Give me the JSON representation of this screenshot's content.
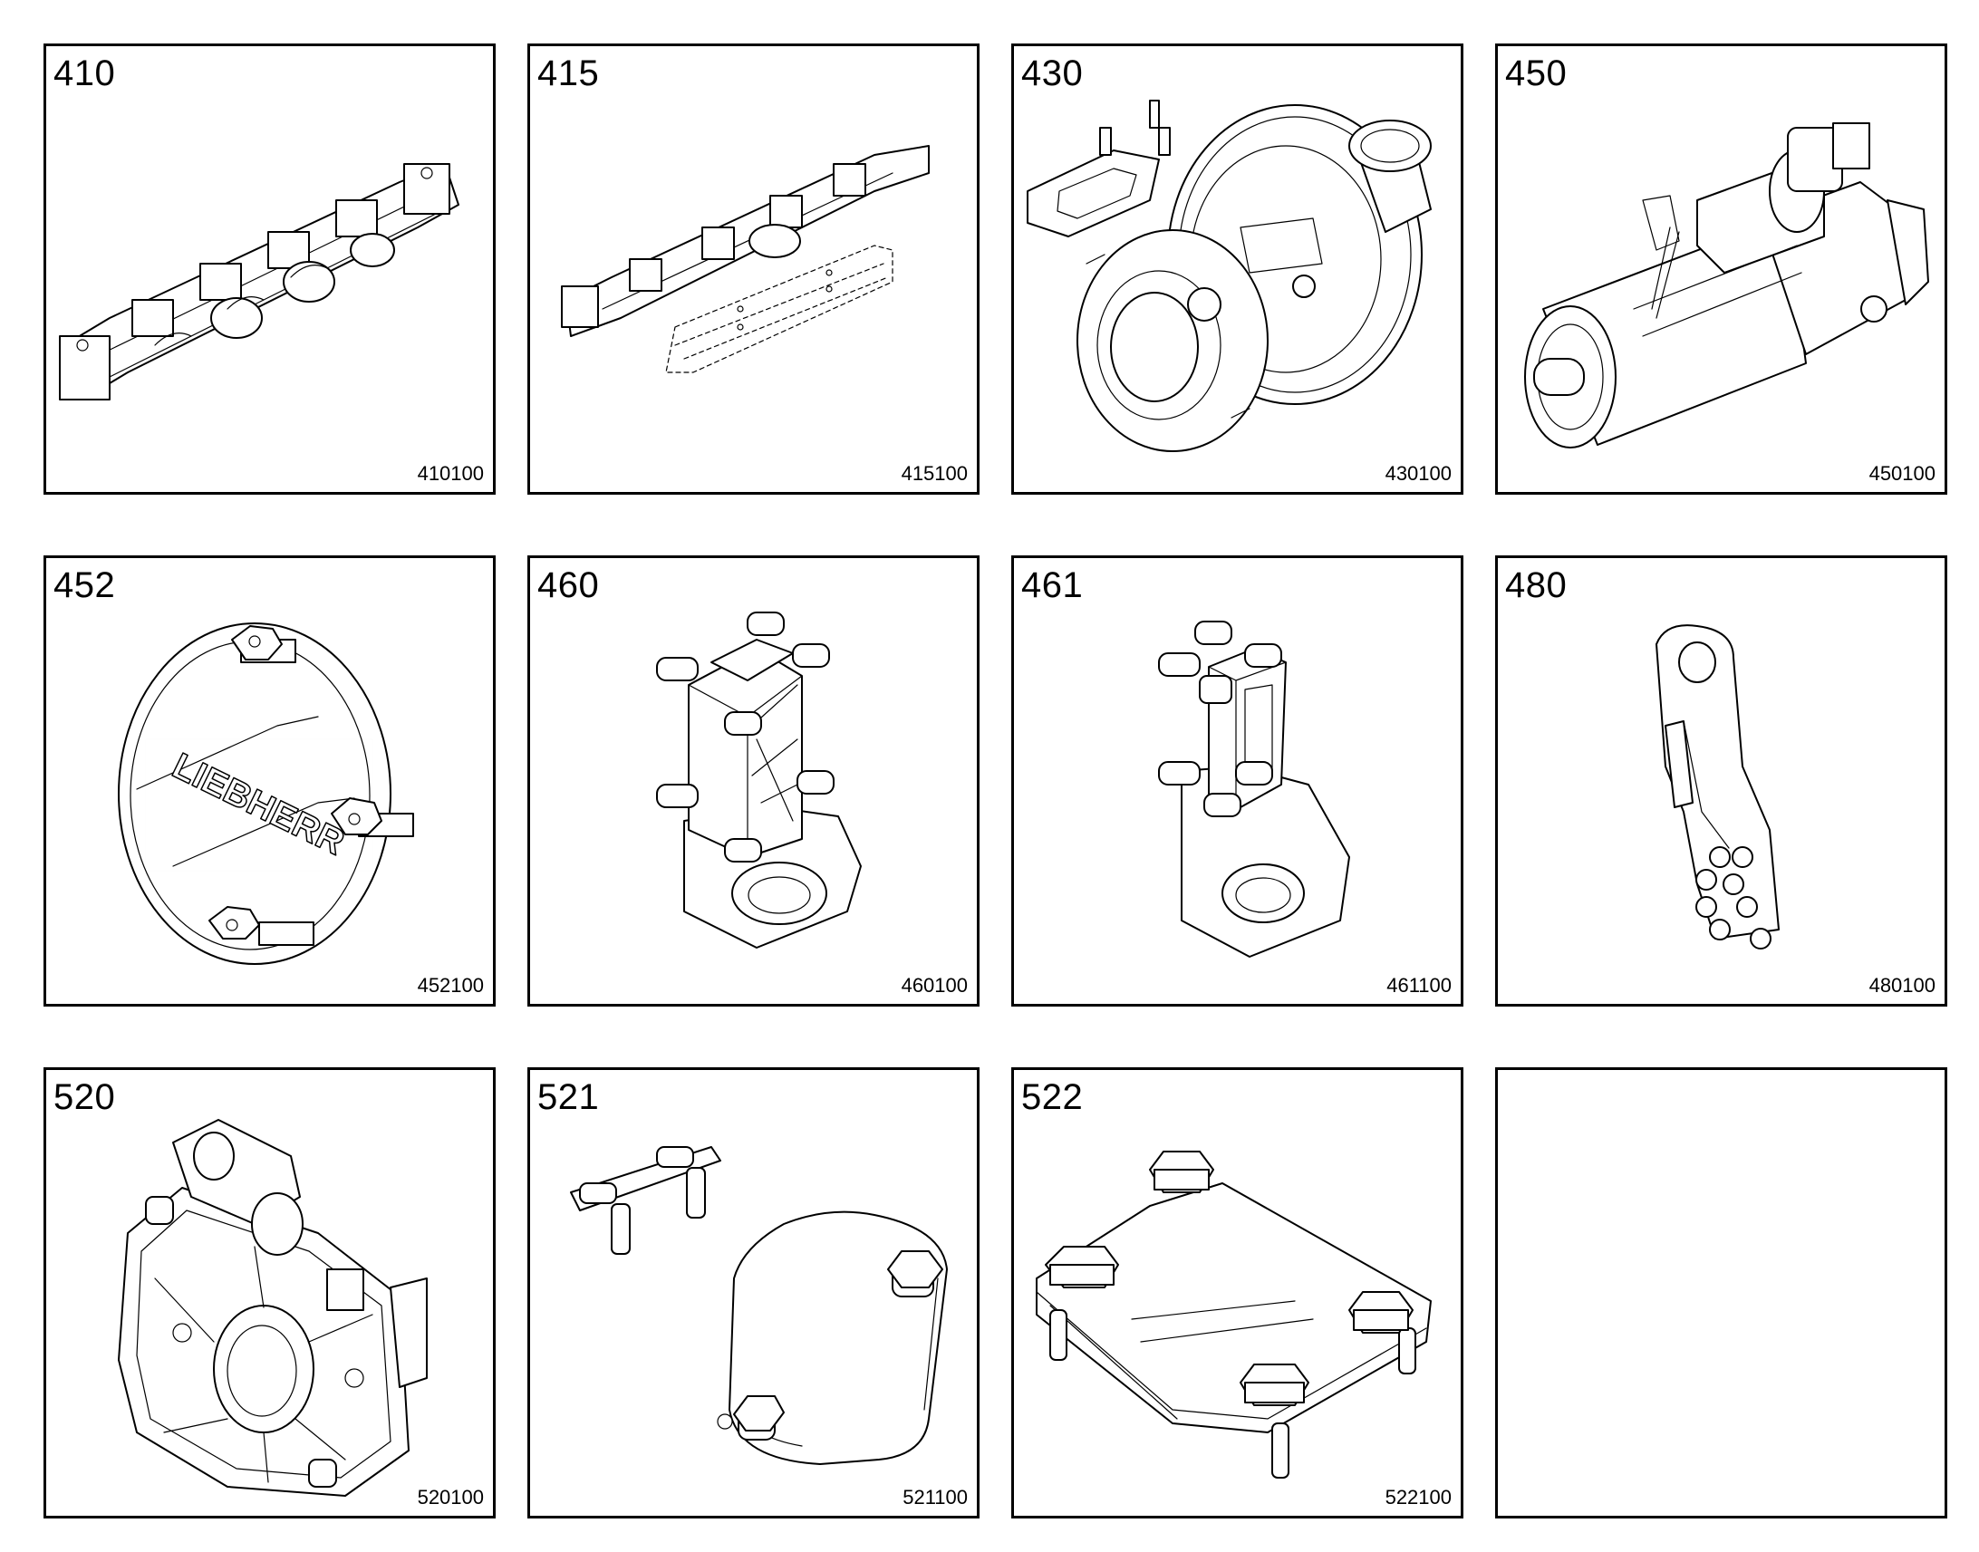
{
  "grid": {
    "cells": [
      {
        "group": "410",
        "code": "410100",
        "icon": "exhaust-manifold-icon"
      },
      {
        "group": "415",
        "code": "415100",
        "icon": "exhaust-manifold-shield-icon"
      },
      {
        "group": "430",
        "code": "430100",
        "icon": "turbocharger-icon"
      },
      {
        "group": "450",
        "code": "450100",
        "icon": "starter-motor-icon"
      },
      {
        "group": "452",
        "code": "452100",
        "icon": "cover-plate-icon"
      },
      {
        "group": "460",
        "code": "460100",
        "icon": "engine-mount-icon"
      },
      {
        "group": "461",
        "code": "461100",
        "icon": "engine-mount-icon"
      },
      {
        "group": "480",
        "code": "480100",
        "icon": "lifting-bracket-icon"
      },
      {
        "group": "520",
        "code": "520100",
        "icon": "flywheel-housing-icon"
      },
      {
        "group": "521",
        "code": "521100",
        "icon": "cover-and-bolts-icon"
      },
      {
        "group": "522",
        "code": "522100",
        "icon": "clamp-plate-icon"
      },
      {
        "group": "",
        "code": "",
        "icon": ""
      }
    ],
    "logo_text": "LIEBHERR"
  }
}
